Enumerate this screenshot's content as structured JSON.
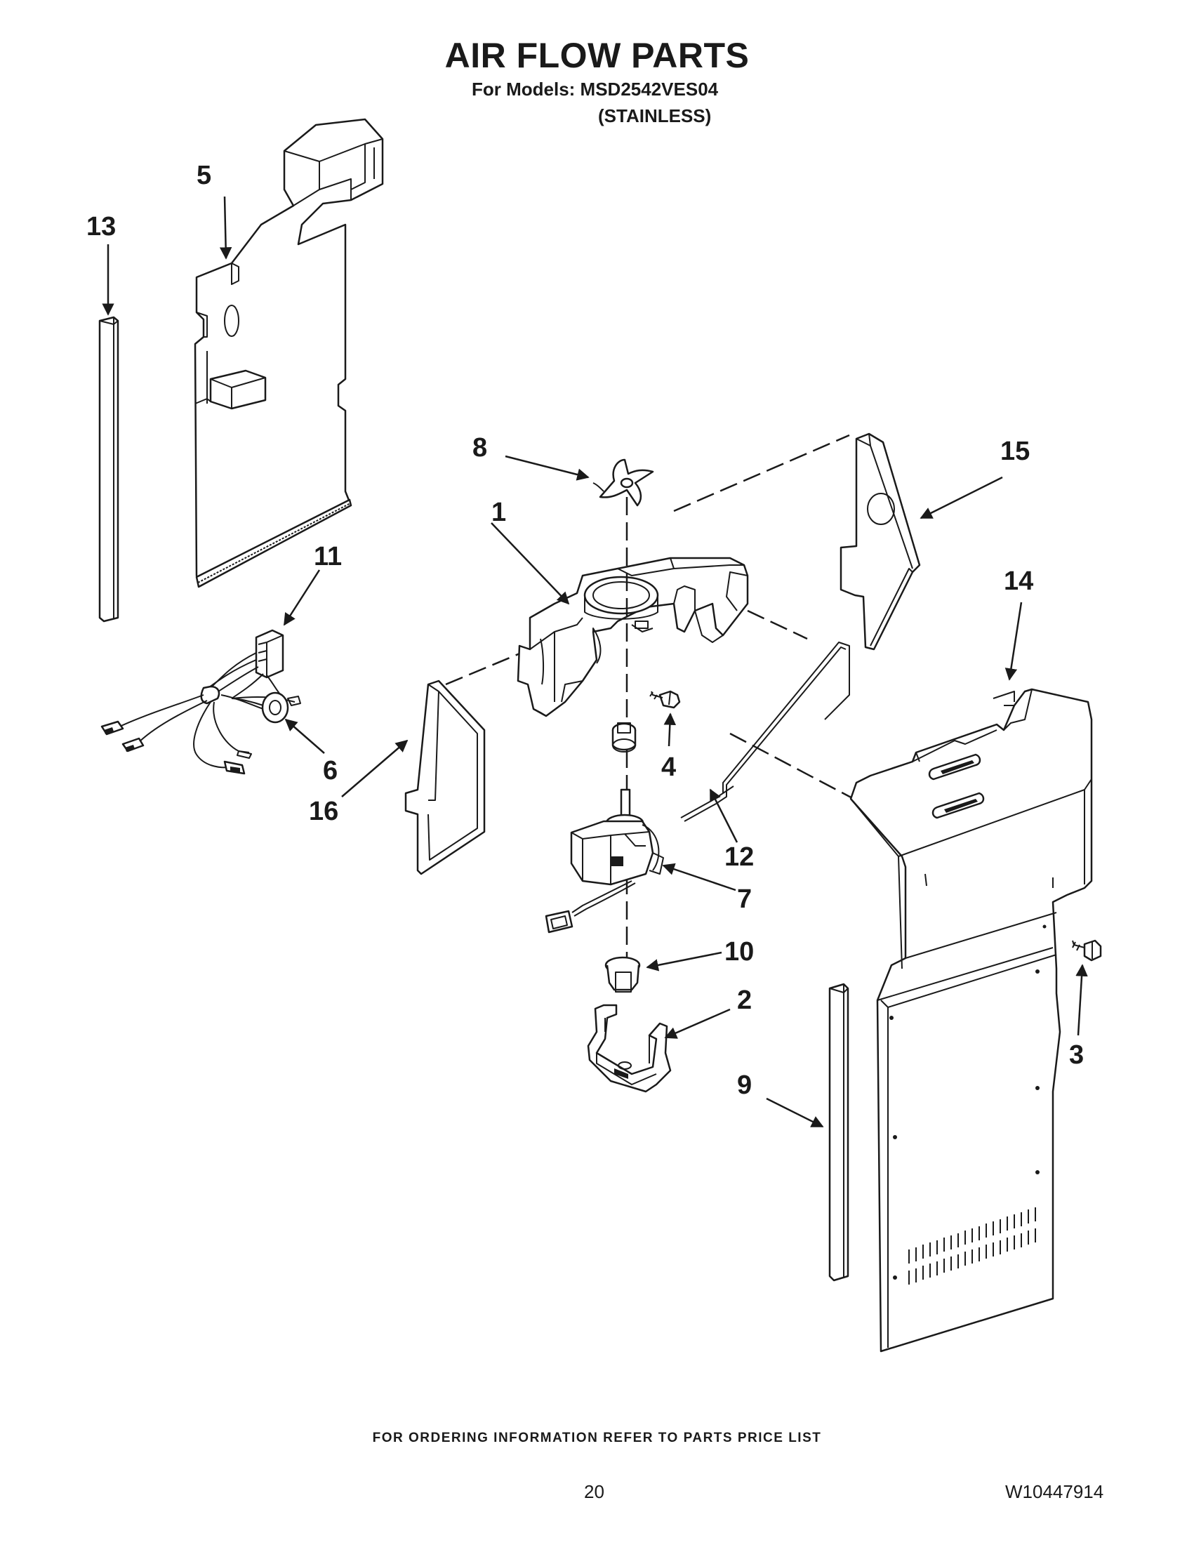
{
  "header": {
    "title": "AIR FLOW PARTS",
    "models_line": "For Models: MSD2542VES04",
    "variant_line": "(STAINLESS)"
  },
  "callouts": [
    "1",
    "2",
    "3",
    "4",
    "5",
    "6",
    "7",
    "8",
    "9",
    "10",
    "11",
    "12",
    "13",
    "14",
    "15",
    "16"
  ],
  "footer": {
    "ordering_note": "FOR ORDERING INFORMATION REFER TO PARTS PRICE LIST",
    "page_number": "20",
    "document_number": "W10447914"
  }
}
